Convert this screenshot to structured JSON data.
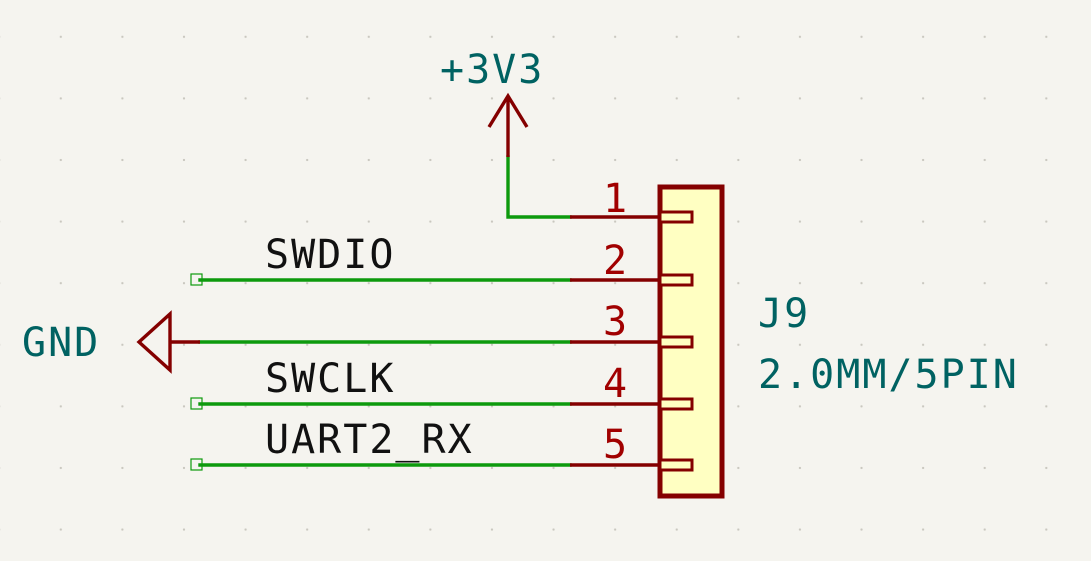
{
  "schematic": {
    "power_symbol": {
      "label": "+3V3"
    },
    "ground_symbol": {
      "label": "GND"
    },
    "net_labels": [
      "SWDIO",
      "SWCLK",
      "UART2_RX"
    ],
    "connector": {
      "reference": "J9",
      "value": "2.0MM/5PIN",
      "pins": [
        "1",
        "2",
        "3",
        "4",
        "5"
      ]
    }
  },
  "colors": {
    "wire": "#0d9a0d",
    "symbol": "#840000",
    "body_fill": "#ffffc2",
    "power_text": "#006262",
    "background": "#f5f4ef"
  }
}
